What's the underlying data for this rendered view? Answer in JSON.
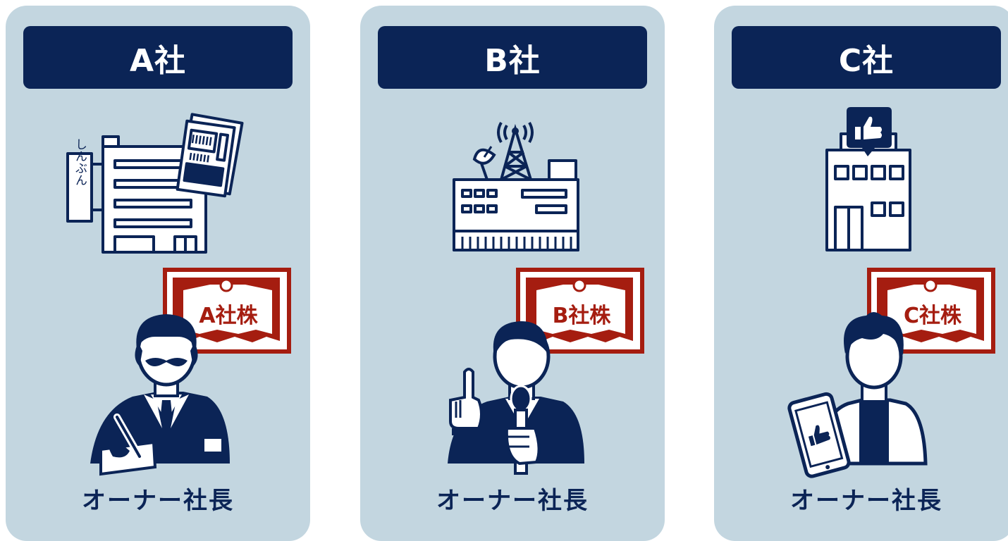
{
  "colors": {
    "card_bg": "#c3d6e0",
    "navy": "#0b2456",
    "certificate_red": "#a51d10"
  },
  "companies": [
    {
      "name": "A社",
      "media_icon": "newspaper-building-icon",
      "sign_text": "しんぶん",
      "share_certificate": "A社株",
      "owner_icon": "mustached-businessman-icon",
      "owner_label": "オーナー社長"
    },
    {
      "name": "B社",
      "media_icon": "tv-station-icon",
      "share_certificate": "B社株",
      "owner_icon": "reporter-with-microphone-icon",
      "owner_label": "オーナー社長"
    },
    {
      "name": "C社",
      "media_icon": "social-media-building-icon",
      "share_certificate": "C社株",
      "owner_icon": "young-man-with-smartphone-icon",
      "owner_label": "オーナー社長"
    }
  ]
}
